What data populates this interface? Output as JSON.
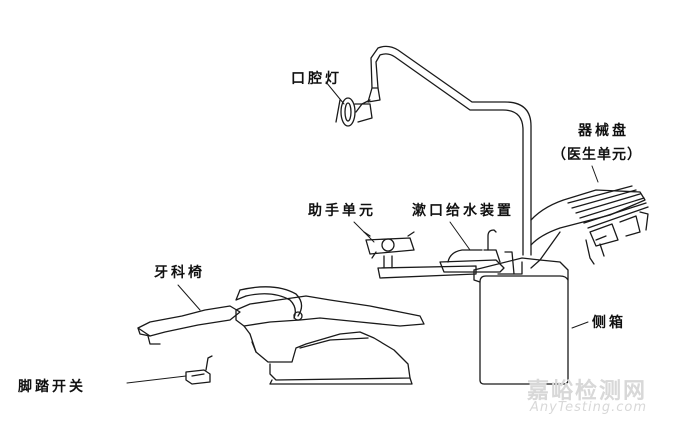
{
  "labels": {
    "lamp": "口腔灯",
    "instrument_tray": "器械盘",
    "instrument_tray_sub": "（医生单元）",
    "assistant_unit": "助手单元",
    "water_device": "漱口给水装置",
    "chair": "牙科椅",
    "side_box": "侧箱",
    "foot_switch": "脚踏开关"
  },
  "watermark": {
    "cn": "嘉峪检测网",
    "en": "AnyTesting.com"
  },
  "colors": {
    "line": "#1a1a1a",
    "text": "#111111",
    "watermark": "#d8d8d8"
  }
}
